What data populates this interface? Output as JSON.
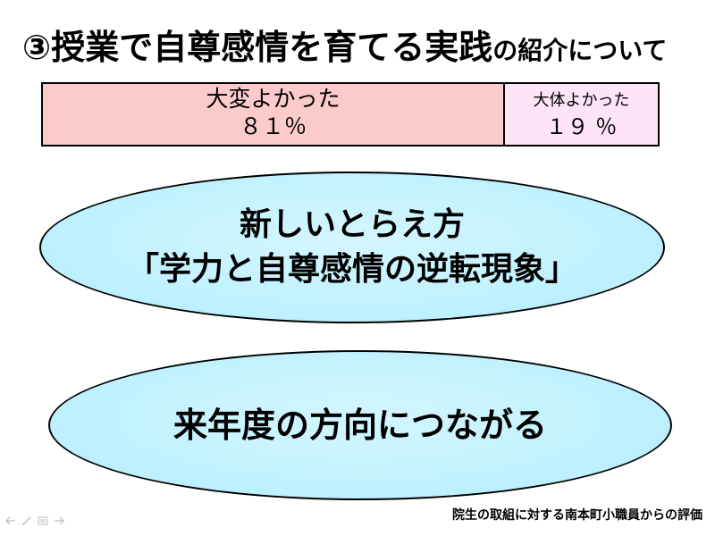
{
  "slide": {
    "title_number": "③",
    "title_main": "授業で自尊感情を育てる実践",
    "title_tail": "の紹介について"
  },
  "rating": {
    "very_good": {
      "label": "大変よかった",
      "value": "８１％"
    },
    "fairly_good": {
      "label": "大体よかった",
      "value": "１９ ％"
    },
    "colors": {
      "very_good": "#fbcaca",
      "fairly_good": "#fde4f7"
    }
  },
  "ellipses": {
    "first": {
      "line1": "新しいとらえ方",
      "line2": "「学力と自尊感情の逆転現象」"
    },
    "second": {
      "line1": "来年度の方向につながる"
    },
    "fill_color": "#bdf0ff"
  },
  "footer": {
    "caption": "院生の取組に対する南本町小職員からの評価"
  },
  "nav": {
    "icons": [
      "arrow-left-icon",
      "pen-icon",
      "menu-icon",
      "arrow-right-icon"
    ]
  }
}
